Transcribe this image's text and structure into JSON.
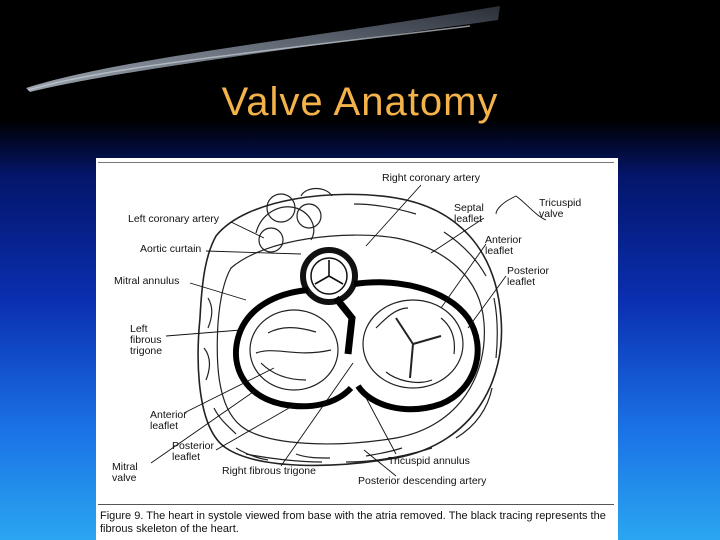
{
  "slide": {
    "title": "Valve Anatomy"
  },
  "figure": {
    "labels": {
      "right_coronary_artery": "Right coronary artery",
      "left_coronary_artery": "Left coronary artery",
      "aortic_curtain": "Aortic curtain",
      "mitral_annulus": "Mitral annulus",
      "left_fibrous_trigone": "Left\nfibrous\ntrigone",
      "septal_leaflet": "Septal\nleaflet",
      "tricuspid_valve": "Tricuspid\nvalve",
      "anterior_leaflet_tricuspid": "Anterior\nleaflet",
      "posterior_leaflet_tricuspid": "Posterior\nleaflet",
      "anterior_leaflet_mitral": "Anterior\nleaflet",
      "posterior_leaflet_mitral": "Posterior\nleaflet",
      "mitral_valve": "Mitral\nvalve",
      "right_fibrous_trigone": "Right fibrous trigone",
      "tricuspid_annulus": "Tricuspid annulus",
      "posterior_descending_artery": "Posterior descending artery"
    },
    "caption": "Figure 9. The heart in systole viewed from base with the atria removed. The black tracing represents the fibrous skeleton of the heart."
  }
}
